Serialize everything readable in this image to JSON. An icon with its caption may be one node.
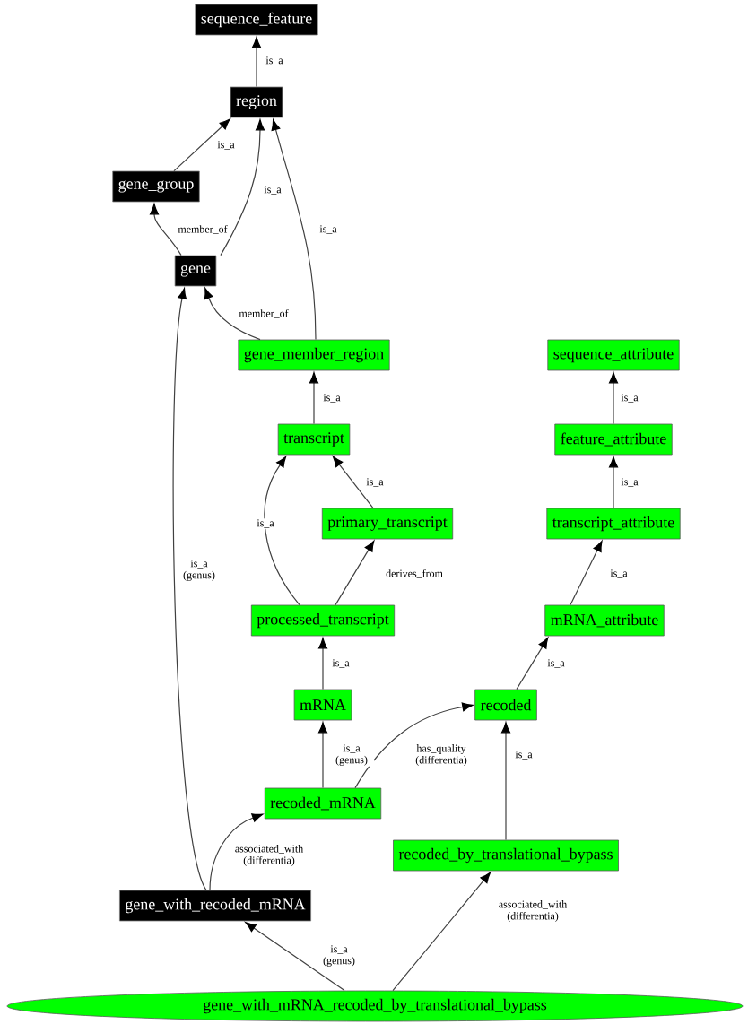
{
  "diagram": {
    "nodes": [
      {
        "text": [
          "sequence_feature"
        ]
      },
      {
        "text": [
          "region"
        ]
      },
      {
        "text": [
          "gene_group"
        ]
      },
      {
        "text": [
          "gene"
        ]
      },
      {
        "text": [
          "gene_member_region"
        ]
      },
      {
        "text": [
          "transcript"
        ]
      },
      {
        "text": [
          "primary_transcript"
        ]
      },
      {
        "text": [
          "processed_transcript"
        ]
      },
      {
        "text": [
          "mRNA"
        ]
      },
      {
        "text": [
          "recoded_mRNA"
        ]
      },
      {
        "text": [
          "gene_with_recoded_mRNA"
        ]
      },
      {
        "text": [
          "sequence_attribute"
        ]
      },
      {
        "text": [
          "feature_attribute"
        ]
      },
      {
        "text": [
          "transcript_attribute"
        ]
      },
      {
        "text": [
          "mRNA_attribute"
        ]
      },
      {
        "text": [
          "recoded"
        ]
      },
      {
        "text": [
          "recoded_by_translational_bypass"
        ]
      },
      {
        "text": [
          "gene_with_mRNA_recoded_by_translational_bypass"
        ]
      }
    ],
    "edges": [
      {
        "from": 1,
        "to": 0,
        "arrow": "to",
        "label": "is_a"
      },
      {
        "from": 2,
        "to": 1,
        "arrow": "to",
        "label": "is_a"
      },
      {
        "from": 3,
        "to": 1,
        "arrow": "to",
        "label": "is_a"
      },
      {
        "from": 4,
        "to": 1,
        "arrow": "to",
        "label": "is_a"
      },
      {
        "from": 3,
        "to": 2,
        "arrow": "to",
        "label": "member_of"
      },
      {
        "from": 4,
        "to": 3,
        "arrow": "to",
        "label": "member_of"
      },
      {
        "from": 5,
        "to": 4,
        "arrow": "to",
        "label": "is_a"
      },
      {
        "from": 6,
        "to": 5,
        "arrow": "to",
        "label": "is_a"
      },
      {
        "from": 7,
        "to": 5,
        "arrow": "to",
        "label": "is_a"
      },
      {
        "from": 7,
        "to": 6,
        "arrow": "to",
        "label": "derives_from"
      },
      {
        "from": 8,
        "to": 7,
        "arrow": "to",
        "label": "is_a"
      },
      {
        "from": 9,
        "to": 8,
        "arrow": "to",
        "label": "is_a (genus)"
      },
      {
        "from": 9,
        "to": 15,
        "arrow": "to",
        "label": "has_quality (differentia)"
      },
      {
        "from": 10,
        "to": 3,
        "arrow": "to",
        "label": "is_a (genus)"
      },
      {
        "from": 10,
        "to": 9,
        "arrow": "to",
        "label": "associated_with (differentia)"
      },
      {
        "from": 16,
        "to": 15,
        "arrow": "to",
        "label": "is_a"
      },
      {
        "from": 17,
        "to": 10,
        "arrow": "to",
        "label": "is_a (genus)"
      },
      {
        "from": 17,
        "to": 16,
        "arrow": "to",
        "label": "associated_with (differentia)"
      },
      {
        "from": 12,
        "to": 11,
        "arrow": "to",
        "label": "is_a"
      },
      {
        "from": 13,
        "to": 12,
        "arrow": "to",
        "label": "is_a"
      },
      {
        "from": 14,
        "to": 13,
        "arrow": "to",
        "label": "is_a"
      },
      {
        "from": 15,
        "to": 14,
        "arrow": "to",
        "label": "is_a"
      }
    ]
  }
}
